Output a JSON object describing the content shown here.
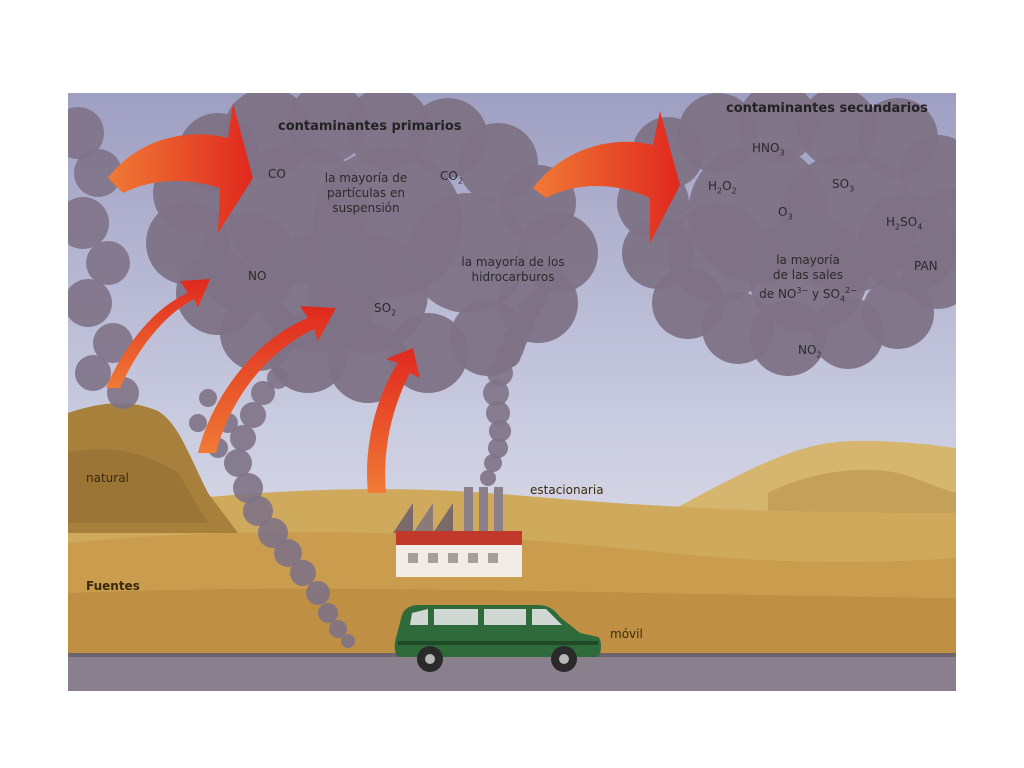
{
  "primary": {
    "title": "contaminantes primarios",
    "co": "CO",
    "co2": "CO",
    "co2_sub": "2",
    "particles": "la mayoría de partículas en suspensión",
    "no": "NO",
    "so2": "SO",
    "so2_sub": "2",
    "hydrocarbons": "la mayoría de los hidrocarburos"
  },
  "secondary": {
    "title": "contaminantes secundarios",
    "hno3": "HNO",
    "hno3_sub": "3",
    "h2o2_a": "H",
    "h2o2_sub1": "2",
    "h2o2_b": "O",
    "h2o2_sub2": "2",
    "so3": "SO",
    "so3_sub": "3",
    "o3": "O",
    "o3_sub": "3",
    "h2so4_a": "H",
    "h2so4_sub1": "2",
    "h2so4_b": "SO",
    "h2so4_sub2": "4",
    "salts_1": "la mayoría",
    "salts_2": "de las sales",
    "salts_3a": "de NO",
    "salts_sup1": "3−",
    "salts_3b": " y SO",
    "salts_sub": "4",
    "salts_sup2": "2−",
    "pan": "PAN",
    "no2": "NO",
    "no2_sub": "2"
  },
  "sources": {
    "title": "Fuentes",
    "natural": "natural",
    "stationary": "estacionaria",
    "mobile": "móvil"
  },
  "colors": {
    "sky": "#b8b9d4",
    "smoke": "#7e7286",
    "ground": "#c9a052",
    "arrow": "#e8442a",
    "car": "#2f6b3a",
    "road": "#8a7f8c"
  }
}
